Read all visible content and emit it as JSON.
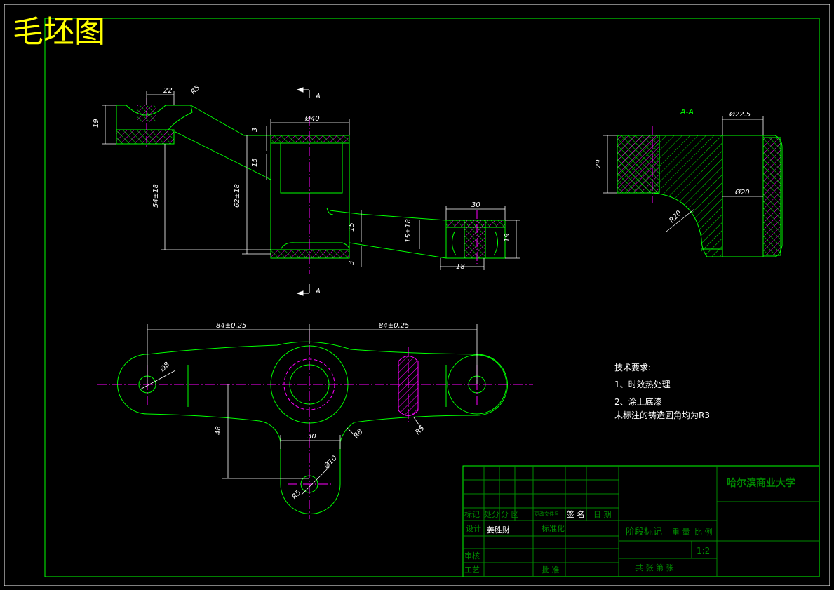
{
  "sheet": {
    "title": "毛坯图",
    "colors": {
      "outline": "#00ff00",
      "hatch": "#ff00ff",
      "dim": "#ffffff",
      "title": "#ffff00",
      "titleblock": "#008a00"
    }
  },
  "views": {
    "section_aa": {
      "label": "A-A",
      "dims": {
        "bore_outer": "Ø22.5",
        "bore": "Ø20",
        "height": "29",
        "radius": "R20"
      }
    },
    "front": {
      "dims": {
        "top_w": "22",
        "r_top": "R5",
        "h_left": "19",
        "cut_top": "3",
        "boss_dia": "Ø40",
        "d15a": "15",
        "h54": "54±18",
        "h62": "62±18",
        "d15b": "15",
        "cut_bot": "3",
        "w30": "30",
        "h15": "15±18",
        "h19b": "19",
        "w18": "18"
      },
      "section_marks": [
        "A",
        "A"
      ]
    },
    "plan": {
      "dims": {
        "span_left": "84±0.25",
        "span_right": "84±0.25",
        "hole_left": "Ø8",
        "h48": "48",
        "w30": "30",
        "r8": "R8",
        "r5_slot": "R5",
        "hole_bottom": "Ø10",
        "r5_bottom": "R5"
      }
    }
  },
  "notes": {
    "heading": "技术要求:",
    "items": [
      "1、时效热处理",
      "2、涂上底漆",
      "未标注的铸造圆角均为R3"
    ]
  },
  "title_block": {
    "school": "哈尔滨商业大学",
    "h_mark": "标记",
    "h_count": "处分",
    "h_zone": "分 区",
    "h_docno": "更改文件号",
    "h_sign": "签 名",
    "h_date": "日 期",
    "r_design": "设计",
    "designer": "姜胜财",
    "r_std": "标准化",
    "r_review": "审核",
    "r_process": "工艺",
    "r_approve": "批 准",
    "stage": "阶段标记",
    "weight": "重 量",
    "scale_lbl": "比 例",
    "scale": "1:2",
    "sheets": "共    张 第    张"
  }
}
